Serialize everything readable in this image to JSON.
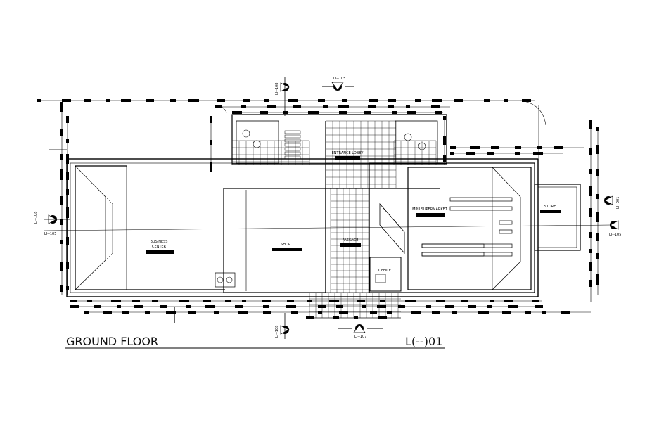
{
  "drawing": {
    "title": "GROUND FLOOR",
    "sheet_code": "L(--)01"
  },
  "rooms": {
    "entrance_lobby": "ENTRANCE LOBBY",
    "business_centre_line1": "BUSINESS",
    "business_centre_line2": "CENTER",
    "shop": "SHOP",
    "passage": "PASSAGE",
    "office": "OFFICE",
    "mini_supermarket": "MINI SUPERMARKET",
    "store": "STORE"
  },
  "section_refs": {
    "top": "LI--105",
    "top_left": "LI--108",
    "left": "LI--105",
    "left_vertical": "LI--108",
    "right": "LI--105",
    "right_vertical": "LI--001",
    "bottom": "LI--107",
    "bottom_left": "LI--108"
  }
}
